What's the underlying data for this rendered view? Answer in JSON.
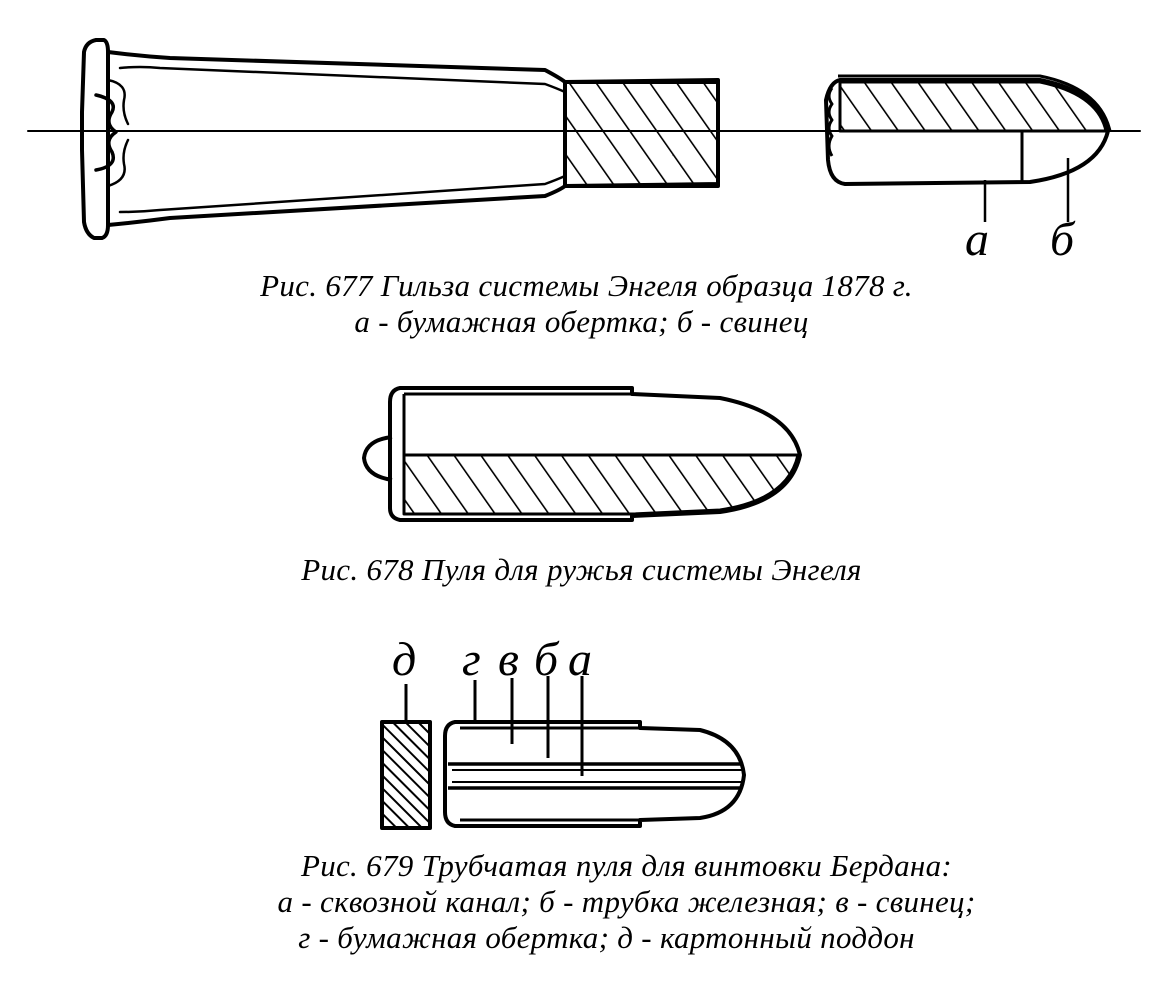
{
  "figures": [
    {
      "caption": "Рис. 677 Гильза системы Энгеля образца 1878 г.",
      "legend": [
        "а - бумажная обертка; б - свинец"
      ],
      "callouts": [
        "а",
        "б"
      ]
    },
    {
      "caption": "Рис. 678 Пуля для ружья системы Энгеля",
      "legend": []
    },
    {
      "caption": "Рис. 679 Трубчатая пуля для винтовки Бердана:",
      "legend": [
        "а - сквозной канал; б - трубка железная; в - свинец;",
        "г - бумажная обертка; д - картонный поддон"
      ],
      "callouts": [
        "д",
        "г",
        "в",
        "б",
        "а"
      ]
    }
  ]
}
